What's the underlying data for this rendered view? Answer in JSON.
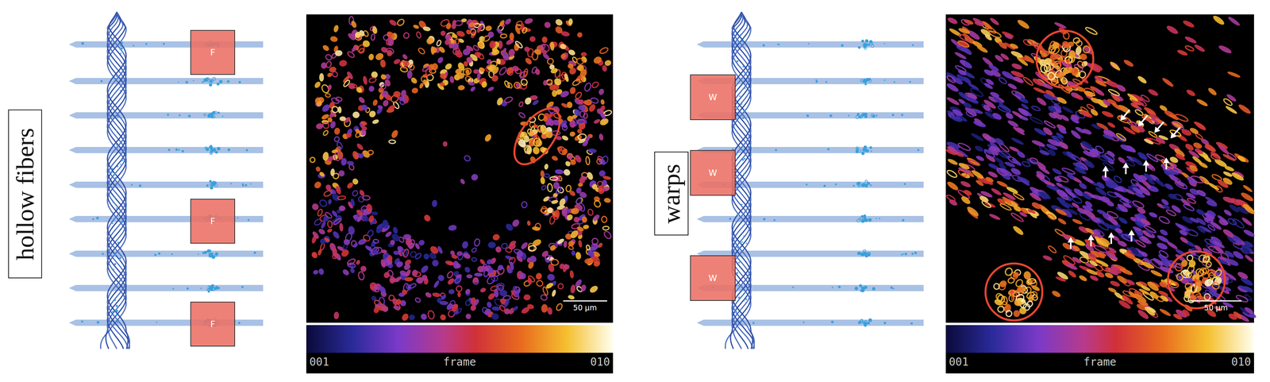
{
  "diagram": {
    "nodes": [
      {
        "text": [
          "hollow fibers"
        ]
      },
      {
        "text": [
          "F"
        ]
      },
      {
        "text": [
          "F"
        ]
      },
      {
        "text": [
          "F"
        ]
      },
      {
        "text": [
          "warps"
        ]
      },
      {
        "text": [
          "W"
        ]
      },
      {
        "text": [
          "W"
        ]
      },
      {
        "text": [
          "W"
        ]
      }
    ],
    "labels": [
      "50 µm",
      "001",
      "frame",
      "010",
      "50 µm",
      "001",
      "frame",
      "010"
    ]
  }
}
